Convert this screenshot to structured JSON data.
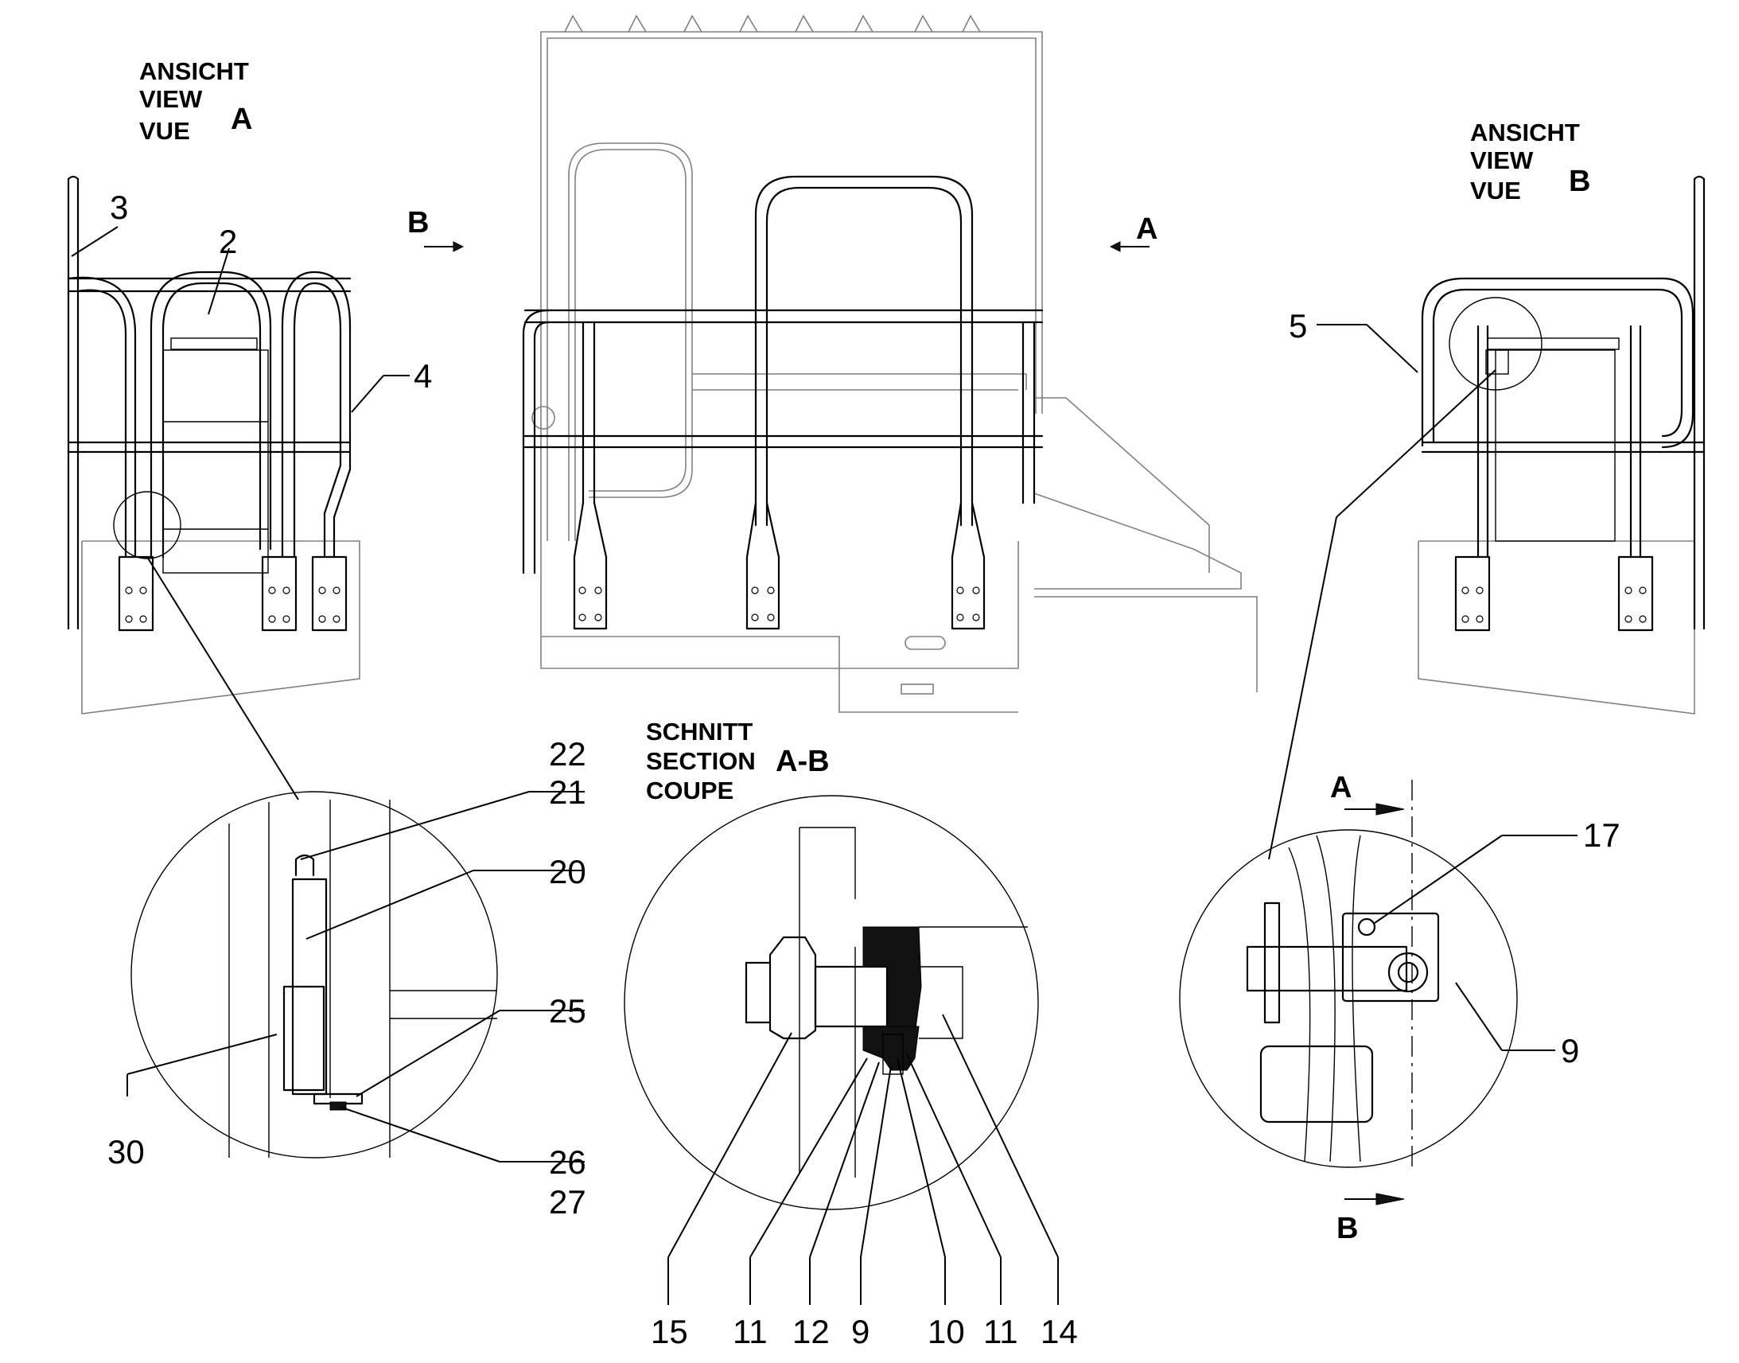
{
  "view_a": {
    "line1": "ANSICHT",
    "line2": "VIEW",
    "line3": "VUE",
    "letter": "A"
  },
  "view_b": {
    "line1": "ANSICHT",
    "line2": "VIEW",
    "line3": "VUE",
    "letter": "B"
  },
  "section": {
    "line1": "SCHNITT",
    "line2": "SECTION",
    "line3": "COUPE",
    "letters": "A-B"
  },
  "arrows": {
    "b_top": "B",
    "a_top": "A",
    "a_detail": "A",
    "b_detail": "B"
  },
  "callouts": {
    "c3": "3",
    "c2": "2",
    "c4": "4",
    "c5": "5",
    "c22": "22",
    "c21": "21",
    "c20": "20",
    "c25": "25",
    "c26": "26",
    "c27": "27",
    "c30": "30",
    "c17": "17",
    "c9_right": "9",
    "c15": "15",
    "c11_a": "11",
    "c12": "12",
    "c9_bottom": "9",
    "c10": "10",
    "c11_b": "11",
    "c14": "14"
  }
}
